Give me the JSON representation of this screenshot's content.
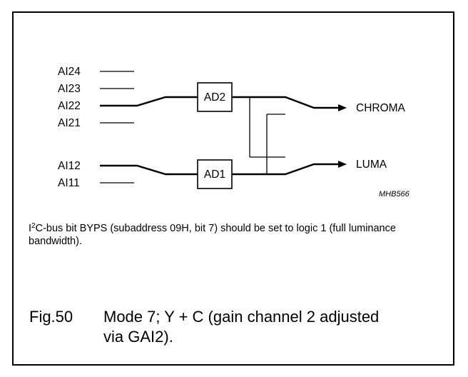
{
  "diagram": {
    "inputs_upper": [
      "AI24",
      "AI23",
      "AI22",
      "AI21"
    ],
    "inputs_lower": [
      "AI12",
      "AI11"
    ],
    "blocks": {
      "ad2": "AD2",
      "ad1": "AD1"
    },
    "outputs": {
      "chroma": "CHROMA",
      "luma": "LUMA"
    },
    "figure_code": "MHB566"
  },
  "note": {
    "prefix": "I",
    "superscript": "2",
    "text": "C-bus bit BYPS (subaddress 09H, bit 7) should be set to logic 1 (full luminance bandwidth)."
  },
  "caption": {
    "number": "Fig.50",
    "title": "Mode 7; Y + C (gain channel 2 adjusted via GAI2)."
  }
}
